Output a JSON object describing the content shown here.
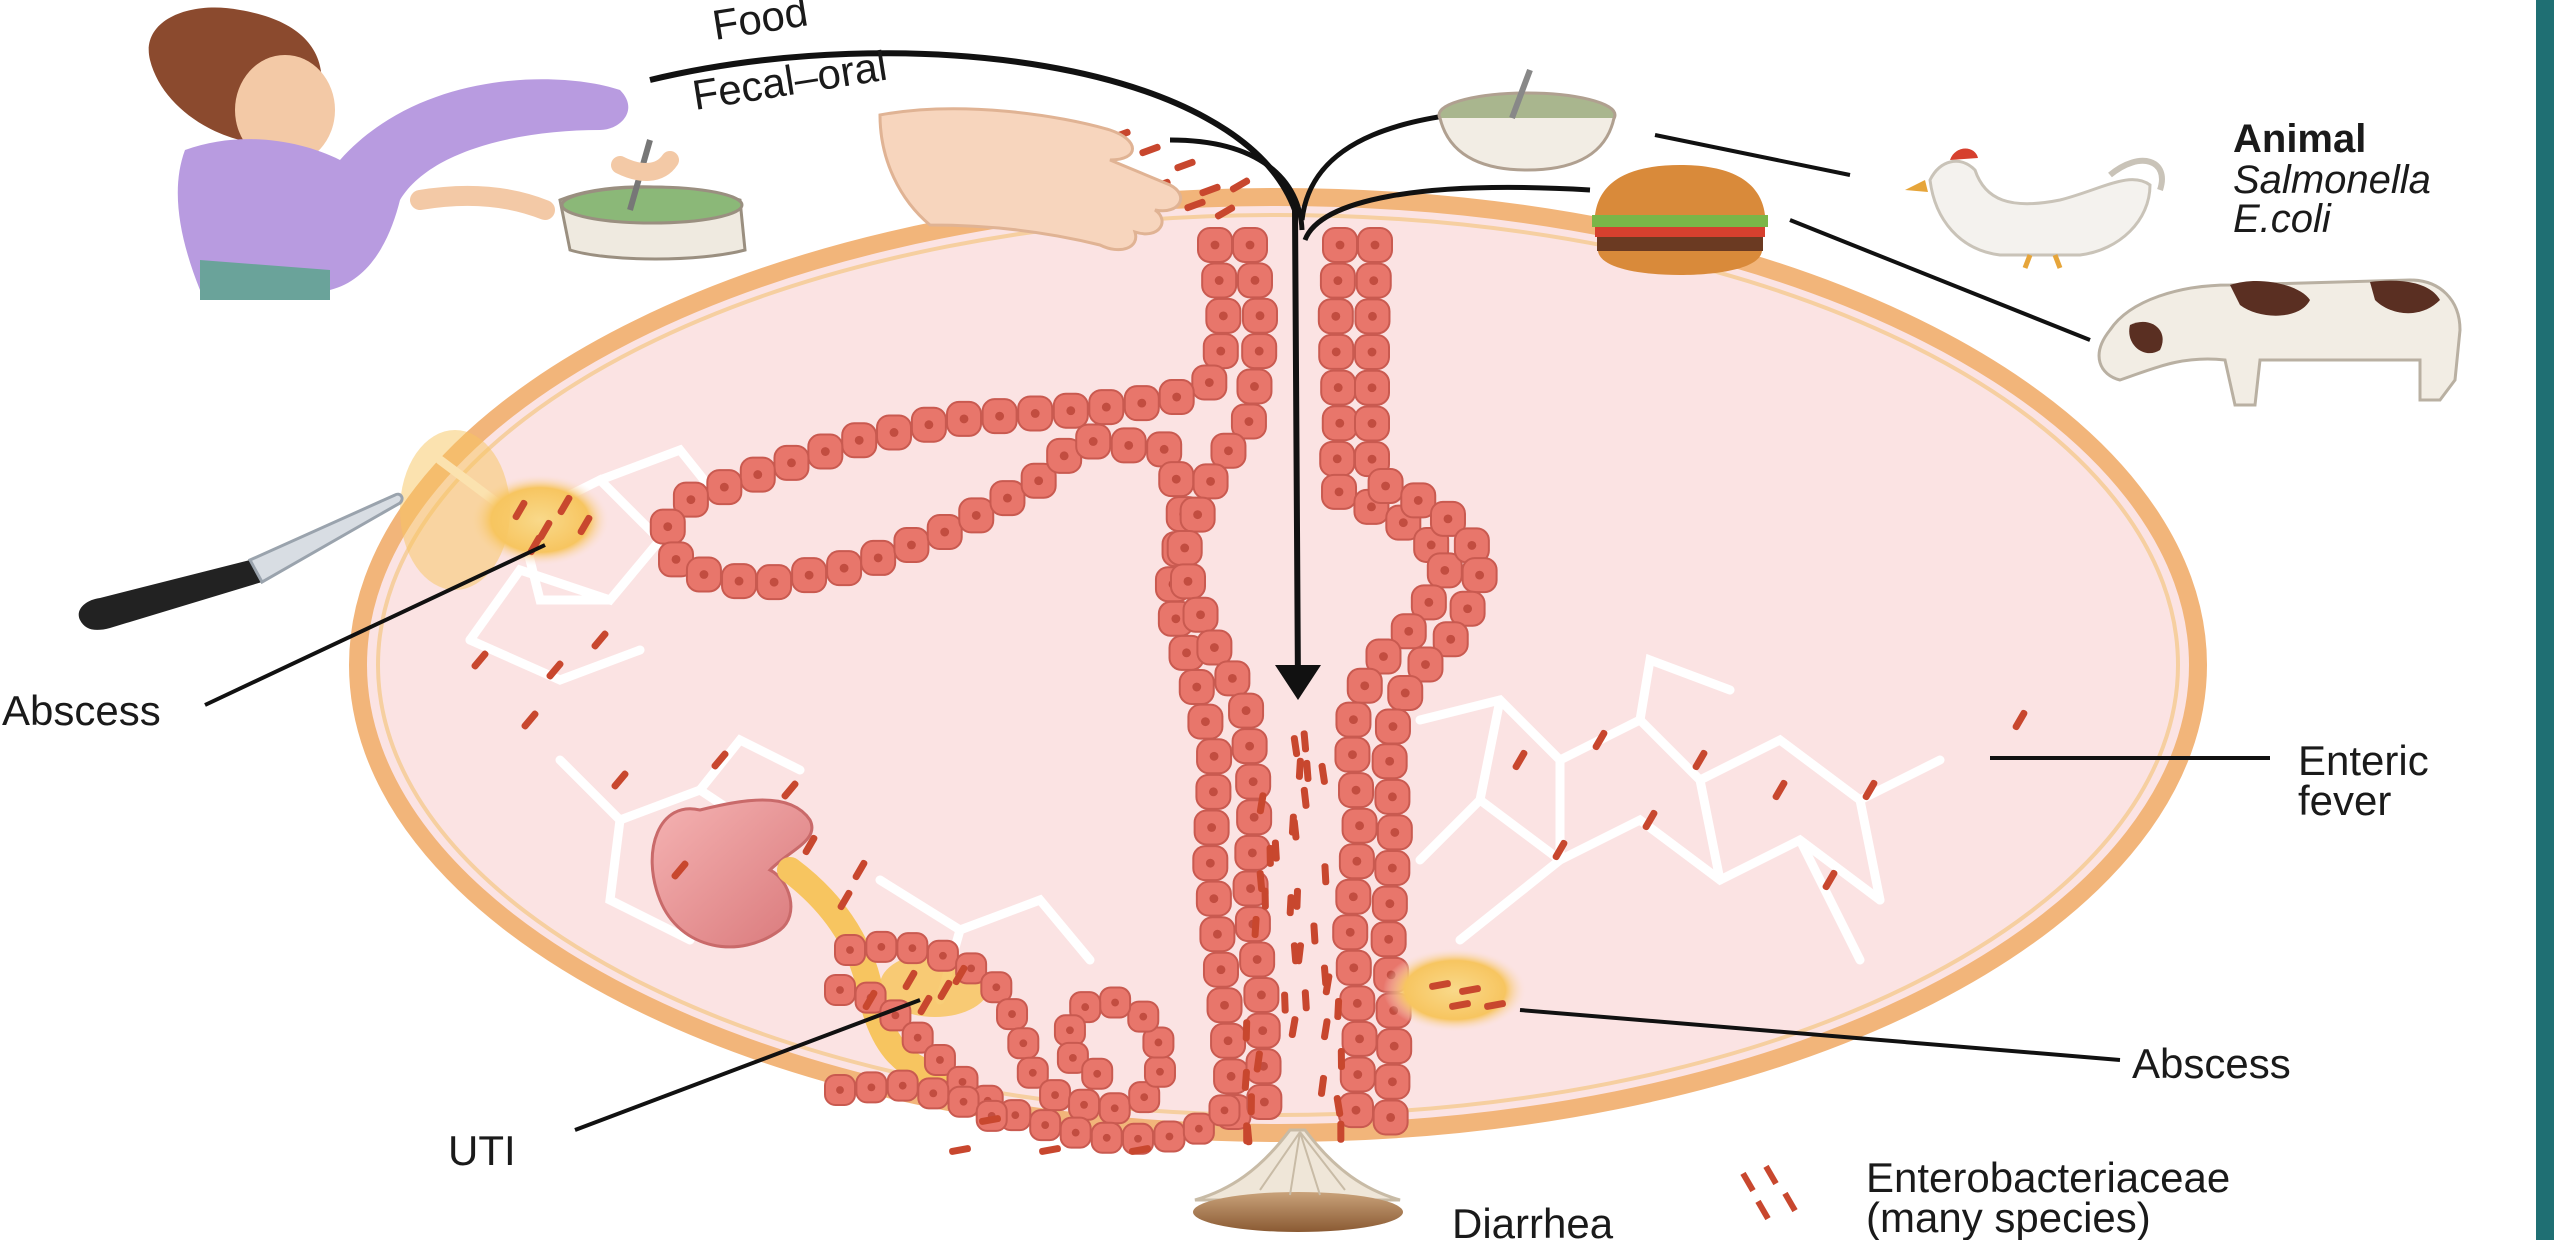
{
  "labels": {
    "food": "Food",
    "fecal_oral": "Fecal–oral",
    "animal": "Animal",
    "salmonella": "Salmonella",
    "ecoli": "E.coli",
    "abscess_left": "Abscess",
    "enteric_fever_line1": "Enteric",
    "enteric_fever_line2": "fever",
    "abscess_right": "Abscess",
    "uti": "UTI",
    "diarrhea": "Diarrhea",
    "legend_line1": "Enterobacteriaceae",
    "legend_line2": "(many species)"
  },
  "colors": {
    "body_outline": "#f2b57a",
    "body_fill": "#fbe3e3",
    "epithelium": "#e8766b",
    "cell_nucleus": "#c24d40",
    "bacteria": "#c8472e",
    "abscess": "#f7d27a",
    "arrow": "#111111",
    "accent_bar": "#1f6f73"
  },
  "icons": [
    "person-cooking-icon",
    "hand-icon",
    "soup-bowl-icon",
    "burger-icon",
    "chicken-icon",
    "cow-icon",
    "knife-icon",
    "kidney-icon",
    "stool-icon"
  ]
}
